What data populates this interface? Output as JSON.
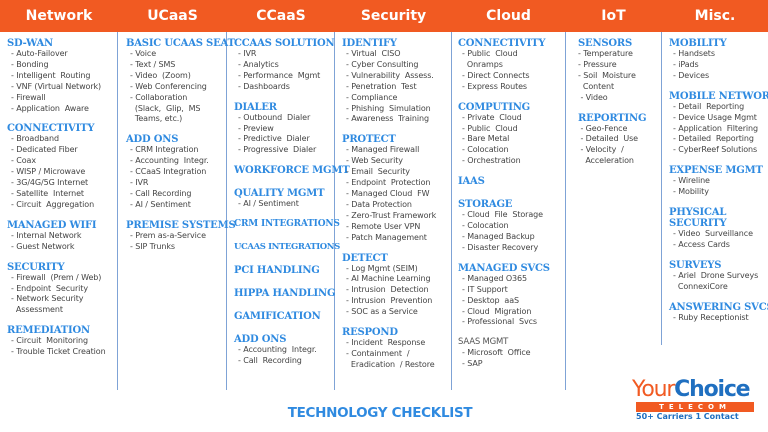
{
  "header": {
    "columns": [
      "Network",
      "UCaaS",
      "CCaaS",
      "Security",
      "Cloud",
      "IoT",
      "Misc."
    ],
    "bg_color": "#f15a22"
  },
  "network": [
    {
      "title": "SD-WAN",
      "items": [
        "- Auto-Failover",
        "- Bonding",
        "- Intelligent  Routing",
        "- VNF (Virtual Network)",
        "- Firewall",
        "- Application  Aware"
      ]
    },
    {
      "title": "CONNECTIVITY",
      "items": [
        "- Broadband",
        "- Dedicated Fiber",
        "- Coax",
        "- WISP / Microwave",
        "- 3G/4G/5G Internet",
        "- Satellite  Internet",
        "- Circuit  Aggregation"
      ]
    },
    {
      "title": "MANAGED WIFI",
      "items": [
        "- Internal Network",
        "- Guest Network"
      ]
    },
    {
      "title": "SECURITY",
      "items": [
        "- Firewall  (Prem / Web)",
        "- Endpoint  Security",
        "- Network Security",
        "  Assessment"
      ]
    },
    {
      "title": "REMEDIATION",
      "items": [
        "- Circuit  Monitoring",
        "- Trouble Ticket Creation"
      ]
    }
  ],
  "ucaas": [
    {
      "title": "BASIC UCAAS SEAT",
      "items": [
        "- Voice",
        "- Text / SMS",
        "- Video  (Zoom)",
        "- Web Conferencing",
        "- Collaboration",
        "  (Slack,  Glip,  MS",
        "  Teams, etc.)"
      ]
    },
    {
      "title": "ADD ONS",
      "items": [
        "- CRM Integration",
        "- Accounting  Integr.",
        "- CCaaS Integration",
        "- IVR",
        "- Call Recording",
        "- AI / Sentiment"
      ]
    },
    {
      "title": "PREMISE SYSTEMS",
      "items": [
        "- Prem as-a-Service",
        "- SIP Trunks"
      ]
    }
  ],
  "ccaas": [
    {
      "title": "CCAAS SOLUTION",
      "items": [
        "- IVR",
        "- Analytics",
        "- Performance  Mgmt",
        "- Dashboards"
      ]
    },
    {
      "title": "DIALER",
      "items": [
        "- Outbound  Dialer",
        "- Preview",
        "- Predictive  Dialer",
        "- Progressive  Dialer"
      ]
    },
    {
      "title": "WORKFORCE MGMT",
      "items": []
    },
    {
      "title": "QUALITY MGMT",
      "items": [
        "- AI / Sentiment"
      ]
    },
    {
      "title": "CRM INTEGRATIONS",
      "items": []
    },
    {
      "title": "UCAAS INTEGRATIONS",
      "items": []
    },
    {
      "title": "PCI HANDLING",
      "items": []
    },
    {
      "title": "HIPPA HANDLING",
      "items": []
    },
    {
      "title": "GAMIFICATION",
      "items": []
    },
    {
      "title": "ADD ONS",
      "items": [
        "- Accounting  Integr.",
        "- Call  Recording"
      ]
    }
  ],
  "security": [
    {
      "title": "IDENTIFY",
      "items": [
        "- Virtual  CISO",
        "- Cyber Consulting",
        "- Vulnerability  Assess.",
        "- Penetration  Test",
        "- Compliance",
        "- Phishing  Simulation",
        "- Awareness  Training"
      ]
    },
    {
      "title": "PROTECT",
      "items": [
        "- Managed Firewall",
        "- Web Security",
        "- Email  Security",
        "- Endpoint  Protection",
        "- Managed Cloud  FW",
        "- Data Protection",
        "- Zero-Trust Framework",
        "- Remote User VPN",
        "- Patch Management"
      ]
    },
    {
      "title": "DETECT",
      "items": [
        "- Log Mgmt (SEIM)",
        "- AI Machine Learning",
        "- Intrusion  Detection",
        "- Intrusion  Prevention",
        "- SOC as a Service"
      ]
    },
    {
      "title": "RESPOND",
      "items": [
        "- Incident  Response",
        "- Containment  /",
        "  Eradication  / Restore"
      ]
    }
  ],
  "cloud": [
    {
      "title": "CONNECTIVITY",
      "items": [
        "- Public  Cloud",
        "  Onramps",
        "- Direct Connects",
        "- Express Routes"
      ]
    },
    {
      "title": "COMPUTING",
      "items": [
        "- Private  Cloud",
        "- Public  Cloud",
        "- Bare Metal",
        "- Colocation",
        "- Orchestration"
      ]
    },
    {
      "title": "IAAS",
      "items": []
    },
    {
      "title": "STORAGE",
      "items": [
        "- Cloud  File  Storage",
        "- Colocation",
        "- Managed Backup",
        "- Disaster Recovery"
      ]
    },
    {
      "title": "MANAGED SVCS",
      "items": [
        "- Managed O365",
        "- IT Support",
        "- Desktop  aaS",
        "- Cloud  Migration",
        "- Professional  Svcs"
      ]
    },
    {
      "title": "SAAS MGMT",
      "plain": true,
      "items": [
        "- Microsoft  Office",
        "- SAP"
      ]
    }
  ],
  "iot": [
    {
      "title": "SENSORS",
      "items": [
        "- Temperature",
        "- Pressure",
        "- Soil  Moisture",
        "  Content",
        " - Video"
      ]
    },
    {
      "title": "REPORTING",
      "items": [
        " - Geo-Fence",
        " - Detailed  Use",
        " - Velocity  /",
        "   Acceleration"
      ]
    }
  ],
  "misc": [
    {
      "title": "MOBILITY",
      "items": [
        "- Handsets",
        "- iPads",
        "- Devices"
      ]
    },
    {
      "title": "MOBILE NETWORK",
      "items": [
        "- Detail  Reporting",
        "- Device Usage Mgmt",
        "- Application  Filtering",
        "- Detailed  Reporting",
        "- CyberReef Solutions"
      ]
    },
    {
      "title": "EXPENSE MGMT",
      "items": [
        "- Wireline",
        "- Mobility"
      ]
    },
    {
      "title": "PHYSICAL",
      "title2": "SECURITY",
      "items": [
        "- Video  Surveillance",
        "- Access Cards"
      ]
    },
    {
      "title": "SURVEYS",
      "items": [
        "- Ariel  Drone Surveys",
        "  ConnexiCore"
      ]
    },
    {
      "title": "ANSWERING SVCS",
      "items": [
        "- Ruby Receptionist"
      ]
    }
  ],
  "footer": {
    "title": "TECHNOLOGY CHECKLIST"
  },
  "logo": {
    "your": "Your",
    "choice": "Choice",
    "band": "TELECOM",
    "tagline": "50+ Carriers 1 Contact",
    "orange": "#f15a22",
    "blue": "#1f6fc0"
  }
}
